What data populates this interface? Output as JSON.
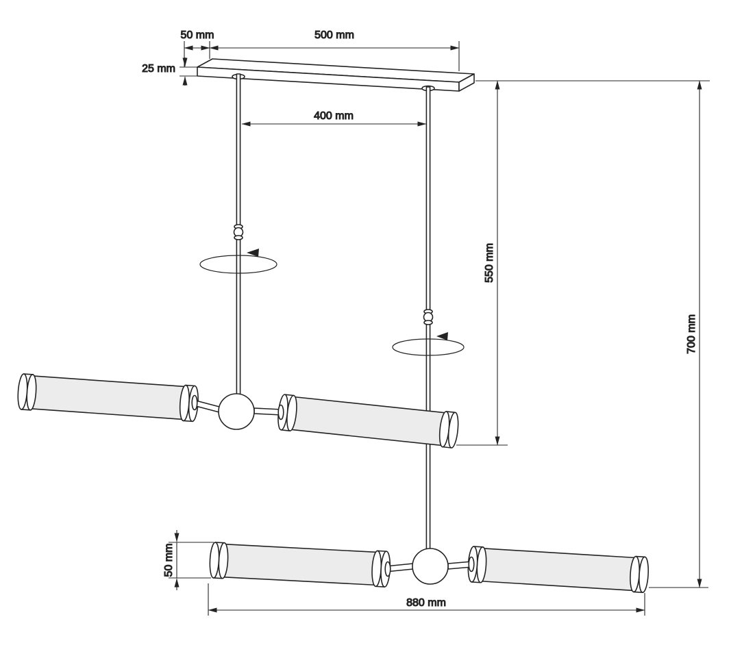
{
  "drawing": {
    "name": "pendant-lamp-dimension-drawing",
    "colors": {
      "line": "#232323",
      "glass_fill": "#ececec",
      "background": "#ffffff"
    },
    "labels": {
      "plate_depth": "50 mm",
      "plate_length": "500 mm",
      "plate_thickness": "25 mm",
      "rod_spacing": "400 mm",
      "drop_upper": "550 mm",
      "drop_lower": "700 mm",
      "tube_diameter": "50 mm",
      "bar_length": "880 mm"
    }
  }
}
